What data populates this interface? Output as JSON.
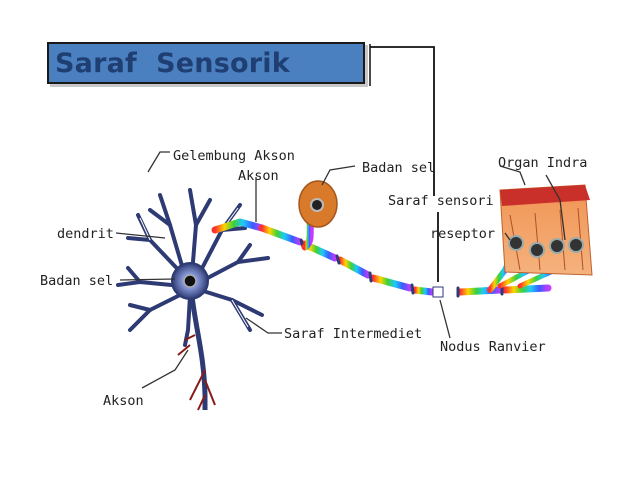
{
  "title": "Saraf  Sensorik",
  "labels": {
    "gelembung_akson": "Gelembung Akson",
    "akson_top": "Akson",
    "dendrit": "dendrit",
    "badan_sel_left": "Badan sel",
    "akson_bottom": "Akson",
    "badan_sel_mid": "Badan sel",
    "saraf_sensori": "Saraf sensori",
    "reseptor": "reseptor",
    "organ_indra": "Organ Indra",
    "saraf_intermediet": "Saraf Intermediet",
    "nodus_ranvier": "Nodus Ranvier"
  },
  "colors": {
    "title_bg": "#4a7fc0",
    "title_text": "#1f3f73",
    "neuron_body": "#2e3a73",
    "myelin_rainbow": [
      "#ff3030",
      "#ffd400",
      "#3ad13a",
      "#1ec8ff",
      "#3b5bff",
      "#c03bff"
    ],
    "cell_body_orange": "#d97a2a",
    "skin": "#e8834a"
  }
}
